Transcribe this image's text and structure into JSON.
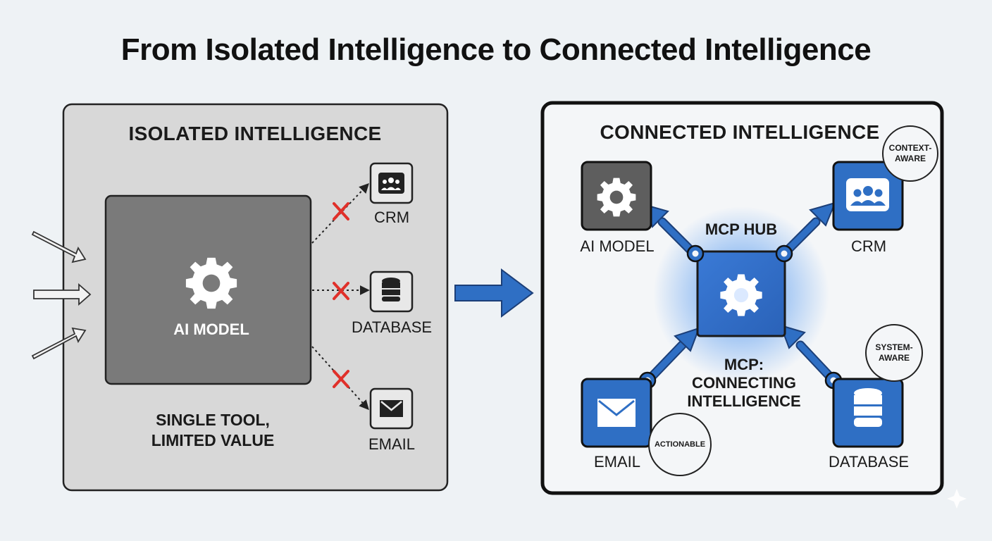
{
  "title": "From Isolated Intelligence to Connected Intelligence",
  "left_panel": {
    "title": "ISOLATED INTELLIGENCE",
    "model_label": "AI MODEL",
    "caption_line1": "SINGLE TOOL,",
    "caption_line2": "LIMITED VALUE",
    "tools": [
      {
        "label": "CRM",
        "icon": "people-icon"
      },
      {
        "label": "DATABASE",
        "icon": "database-icon"
      },
      {
        "label": "EMAIL",
        "icon": "envelope-icon"
      }
    ],
    "connection_status": "blocked"
  },
  "right_panel": {
    "title": "CONNECTED INTELLIGENCE",
    "hub_label": "MCP HUB",
    "center_line1": "MCP:",
    "center_line2": "CONNECTING",
    "center_line3": "INTELLIGENCE",
    "nodes": [
      {
        "label": "AI MODEL",
        "icon": "gear-icon"
      },
      {
        "label": "CRM",
        "icon": "people-icon"
      },
      {
        "label": "EMAIL",
        "icon": "envelope-icon"
      },
      {
        "label": "DATABASE",
        "icon": "database-icon"
      }
    ],
    "badges": {
      "context_line1": "CONTEXT-",
      "context_line2": "AWARE",
      "system_line1": "SYSTEM-",
      "system_line2": "AWARE",
      "actionable": "ACTIONABLE"
    }
  },
  "colors": {
    "accent_blue": "#2f6fc4",
    "blocked_red": "#e0302a",
    "panel_gray": "#d8d8d8",
    "model_gray": "#7a7a7a"
  }
}
